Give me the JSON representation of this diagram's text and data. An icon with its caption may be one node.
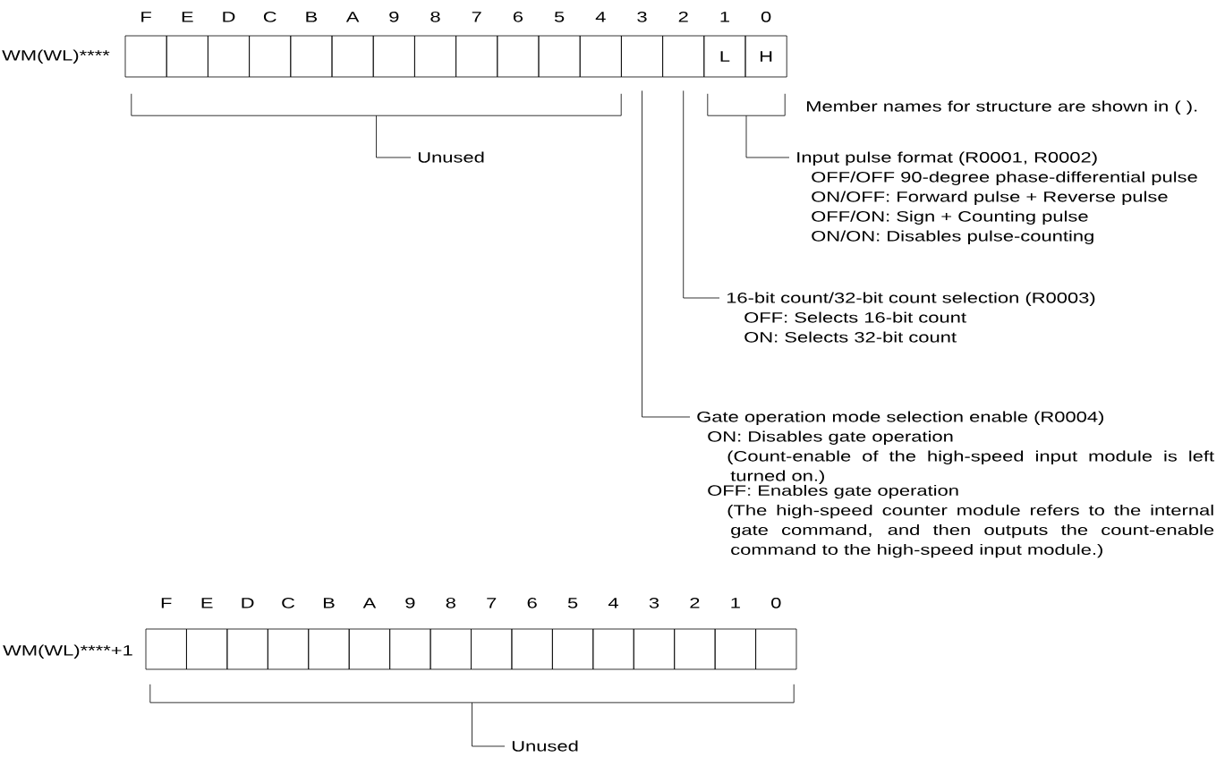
{
  "diagram": {
    "nodes": [
      {
        "text": [],
        "shape": "box"
      },
      {
        "text": [],
        "shape": "box"
      },
      {
        "text": [],
        "shape": "box"
      },
      {
        "text": [],
        "shape": "box"
      },
      {
        "text": [],
        "shape": "box"
      },
      {
        "text": [],
        "shape": "box"
      },
      {
        "text": [],
        "shape": "box"
      },
      {
        "text": [],
        "shape": "box"
      },
      {
        "text": [],
        "shape": "box"
      },
      {
        "text": [],
        "shape": "box"
      },
      {
        "text": [],
        "shape": "box"
      },
      {
        "text": [],
        "shape": "box"
      },
      {
        "text": [],
        "shape": "box"
      },
      {
        "text": [],
        "shape": "box"
      },
      {
        "text": [
          "L"
        ]
      },
      {
        "text": [
          "H"
        ]
      },
      {
        "text": [],
        "shape": "bracket"
      },
      {
        "text": [],
        "shape": "bracket"
      },
      {
        "text": [
          "Unused"
        ]
      },
      {
        "text": [
          "Input pulse format (R0001, R0002)",
          "OFF/OFF 90-degree phase-differential pulse",
          "ON/OFF: Forward pulse + Reverse pulse",
          "OFF/ON: Sign + Counting pulse",
          "ON/ON: Disables pulse-counting"
        ]
      },
      {
        "text": [
          "16-bit count/32-bit count selection (R0003)",
          "OFF: Selects 16-bit count",
          "ON: Selects 32-bit count"
        ]
      },
      {
        "text": [
          "Gate operation mode selection enable (R0004)",
          "ON: Disables gate operation",
          "(Count-enable of the high-speed input module is left turned on.)",
          "OFF: Enables gate operation",
          "(The high-speed counter module refers to the internal gate command, and then outputs the count-enable command to the high-speed input module.)"
        ]
      },
      {
        "text": [],
        "shape": "box"
      },
      {
        "text": [],
        "shape": "box"
      },
      {
        "text": [],
        "shape": "box"
      },
      {
        "text": [],
        "shape": "box"
      },
      {
        "text": [],
        "shape": "box"
      },
      {
        "text": [],
        "shape": "box"
      },
      {
        "text": [],
        "shape": "box"
      },
      {
        "text": [],
        "shape": "box"
      },
      {
        "text": [],
        "shape": "box"
      },
      {
        "text": [],
        "shape": "box"
      },
      {
        "text": [],
        "shape": "box"
      },
      {
        "text": [],
        "shape": "box"
      },
      {
        "text": [],
        "shape": "box"
      },
      {
        "text": [],
        "shape": "box"
      },
      {
        "text": [],
        "shape": "box"
      },
      {
        "text": [],
        "shape": "box"
      },
      {
        "text": [],
        "shape": "bracket"
      },
      {
        "text": [
          "Unused"
        ]
      }
    ],
    "edges": [
      {
        "from": 18,
        "to": 16,
        "arrow": "none"
      },
      {
        "from": 19,
        "to": 17,
        "arrow": "none"
      },
      {
        "from": 20,
        "to": 13,
        "arrow": "none"
      },
      {
        "from": 21,
        "to": 12,
        "arrow": "none"
      },
      {
        "from": 39,
        "to": 38,
        "arrow": "none"
      }
    ],
    "labels": [
      "F",
      "E",
      "D",
      "C",
      "B",
      "A",
      "9",
      "8",
      "7",
      "6",
      "5",
      "4",
      "3",
      "2",
      "1",
      "0",
      "WM(WL)****",
      "Member names for structure are shown in ( ).",
      "F",
      "E",
      "D",
      "C",
      "B",
      "A",
      "9",
      "8",
      "7",
      "6",
      "5",
      "4",
      "3",
      "2",
      "1",
      "0",
      "WM(WL)****+1"
    ]
  }
}
